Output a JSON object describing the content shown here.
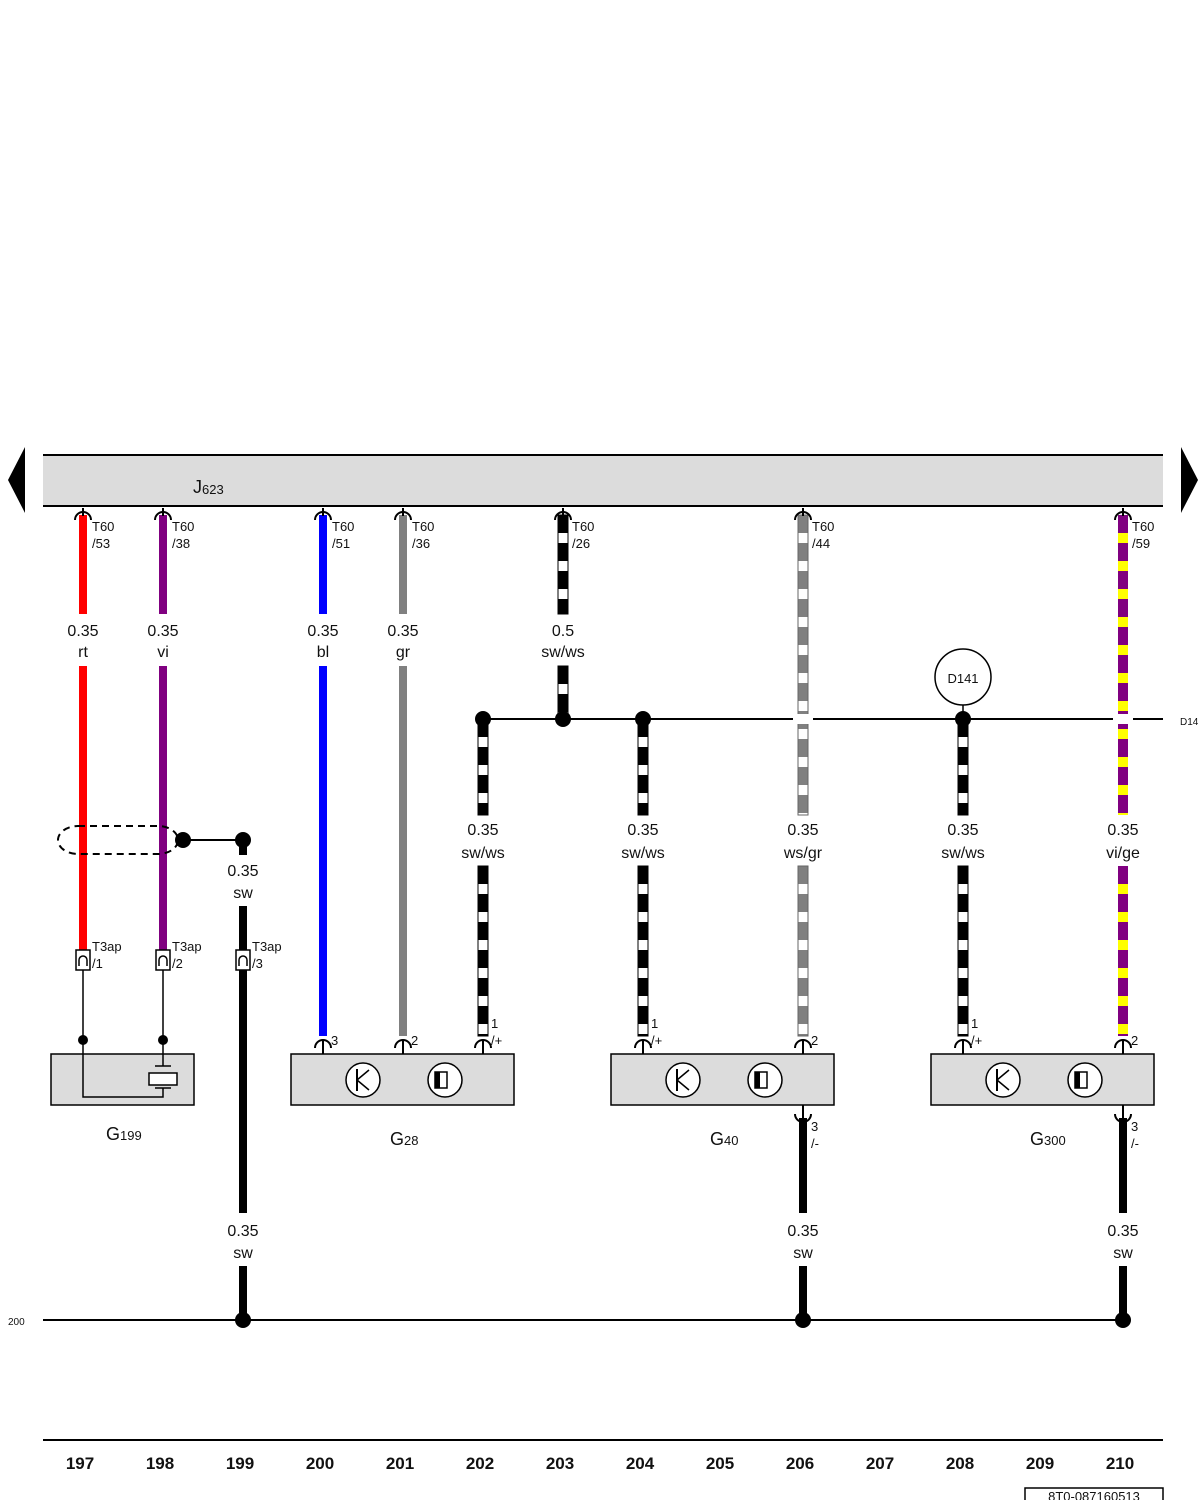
{
  "header": {
    "control_unit": "J",
    "control_unit_sub": "623"
  },
  "pins": {
    "t60_53": [
      "T60",
      "/53"
    ],
    "t60_38": [
      "T60",
      "/38"
    ],
    "t60_51": [
      "T60",
      "/51"
    ],
    "t60_36": [
      "T60",
      "/36"
    ],
    "t60_26": [
      "T60",
      "/26"
    ],
    "t60_44": [
      "T60",
      "/44"
    ],
    "t60_59": [
      "T60",
      "/59"
    ],
    "t3ap_1": [
      "T3ap",
      "/1"
    ],
    "t3ap_2": [
      "T3ap",
      "/2"
    ],
    "t3ap_3": [
      "T3ap",
      "/3"
    ],
    "g28_p3": "3",
    "g28_p2": "2",
    "g28_p1": [
      "1",
      "/+"
    ],
    "g40_p1": [
      "1",
      "/+"
    ],
    "g40_p2": "2",
    "g40_p3": [
      "3",
      "/-"
    ],
    "g300_p1": [
      "1",
      "/+"
    ],
    "g300_p2": "2",
    "g300_p3": [
      "3",
      "/-"
    ]
  },
  "wires": {
    "w197": [
      "0.35",
      "rt"
    ],
    "w198": [
      "0.35",
      "vi"
    ],
    "w200": [
      "0.35",
      "bl"
    ],
    "w201": [
      "0.35",
      "gr"
    ],
    "w203": [
      "0.5",
      "sw/ws"
    ],
    "w202b": [
      "0.35",
      "sw/ws"
    ],
    "w204b": [
      "0.35",
      "sw/ws"
    ],
    "w206b": [
      "0.35",
      "ws/gr"
    ],
    "w208b": [
      "0.35",
      "sw/ws"
    ],
    "w210b": [
      "0.35",
      "vi/ge"
    ],
    "w199": [
      "0.35",
      "sw"
    ],
    "w199g": [
      "0.35",
      "sw"
    ],
    "w206g": [
      "0.35",
      "sw"
    ],
    "w210g": [
      "0.35",
      "sw"
    ]
  },
  "components": {
    "g199": [
      "G",
      "199"
    ],
    "g28": [
      "G",
      "28"
    ],
    "g40": [
      "G",
      "40"
    ],
    "g300": [
      "G",
      "300"
    ]
  },
  "connections": {
    "d141": "D141",
    "d14_ref": "D14",
    "ground_ref": "200"
  },
  "columns": [
    "197",
    "198",
    "199",
    "200",
    "201",
    "202",
    "203",
    "204",
    "205",
    "206",
    "207",
    "208",
    "209",
    "210"
  ],
  "doc_id": "8T0-087160513",
  "colors": {
    "rt": "#ff0000",
    "vi": "#800080",
    "bl": "#0000ff",
    "gr": "#808080",
    "sw": "#000000",
    "ws": "#ffffff",
    "ge": "#ffff00",
    "component_fill": "#dcdcdc"
  }
}
